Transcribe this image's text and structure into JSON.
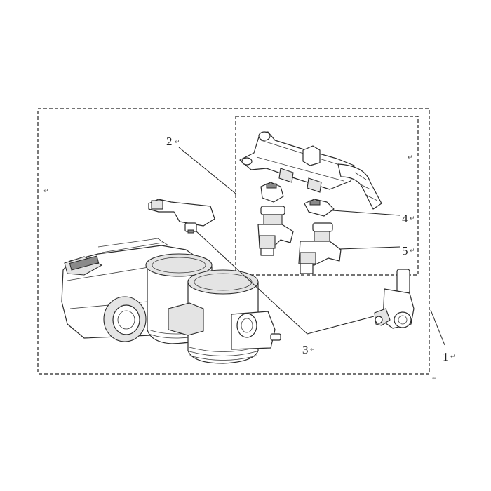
{
  "callouts": {
    "c1": "1",
    "c2": "2",
    "c3": "3",
    "c4": "4",
    "c5": "5"
  },
  "marks": {
    "paragraph_mark": "↵"
  },
  "parts": [
    "throttle-body-assembly",
    "fuel-rail",
    "fuel-injector-connector",
    "fuel-injector",
    "map-sensor",
    "throttle-position-sensor"
  ]
}
